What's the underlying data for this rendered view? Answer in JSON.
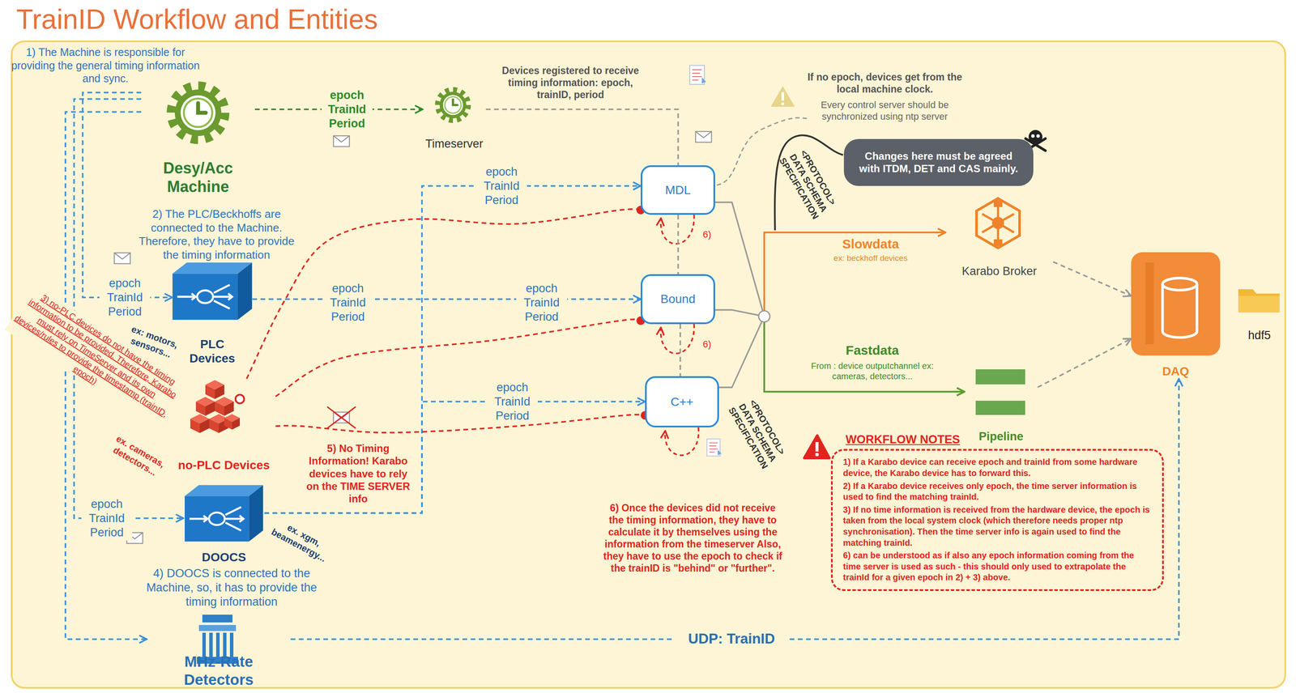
{
  "diagram": {
    "title": "TrainID Workflow and Entities",
    "nodes": [
      {
        "text": [
          "Desy/Acc Machine"
        ]
      },
      {
        "text": [
          "Timeserver"
        ]
      },
      {
        "text": [
          "MDL"
        ]
      },
      {
        "text": [
          "PLC Devices"
        ]
      },
      {
        "text": [
          "Bound"
        ]
      },
      {
        "text": [
          "no-PLC Devices"
        ]
      },
      {
        "text": [
          "C++"
        ]
      },
      {
        "text": [
          "DOOCS"
        ]
      },
      {
        "text": [
          "MHz-Rate Detectors"
        ]
      },
      {
        "text": [
          "Changes here must be agreed with ITDM, DET and CAS mainly."
        ]
      },
      {
        "text": [
          "Karabo Broker"
        ]
      },
      {
        "text": [
          "Pipeline"
        ]
      },
      {
        "text": [
          "DAQ"
        ]
      },
      {
        "text": [
          "hdf5"
        ]
      },
      {
        "text": [
          "WORKFLOW NOTES",
          "1) If a Karabo device can receive epoch and trainId from some hardware device, the Karabo device has to forward this.",
          "2) If a Karabo device receives only epoch, the time server information is used to find the matching trainId.",
          "3) If no time information is received from the hardware device, the epoch is taken from the local system clock (which therefore needs proper ntp synchronisation). Then the time server info is again used to find the matching trainId.",
          "6) can be understood as if also any epoch information coming from the time server is used as such - this should only used to extrapolate the trainId for a given epoch in 2) + 3) above."
        ]
      }
    ],
    "edges": [
      {
        "from": 0,
        "to": 1,
        "label": "epoch TrainId Period",
        "arrow": "to"
      },
      {
        "from": 0,
        "to": 3,
        "label": "epoch TrainId Period",
        "arrow": "to"
      },
      {
        "from": 0,
        "to": 7,
        "label": "epoch TrainId Period",
        "arrow": "to"
      },
      {
        "from": 0,
        "to": 8,
        "arrow": "to"
      },
      {
        "from": 1,
        "to": 2,
        "arrow": "none"
      },
      {
        "from": 2,
        "to": 4,
        "arrow": "none"
      },
      {
        "from": 4,
        "to": 6,
        "arrow": "none"
      },
      {
        "from": 3,
        "to": 4,
        "label": "epoch TrainId Period",
        "arrow": "to"
      },
      {
        "from": 7,
        "to": 2,
        "label": "epoch TrainId Period",
        "arrow": "to"
      },
      {
        "from": 7,
        "to": 6,
        "label": "epoch TrainId Period",
        "arrow": "to"
      },
      {
        "from": 5,
        "to": 2,
        "arrow": "none"
      },
      {
        "from": 5,
        "to": 4,
        "arrow": "none"
      },
      {
        "from": 5,
        "to": 6,
        "arrow": "none"
      },
      {
        "from": 2,
        "to": 10,
        "label": "Slowdata",
        "arrow": "to"
      },
      {
        "from": 4,
        "to": 10,
        "arrow": "to"
      },
      {
        "from": 6,
        "to": 10,
        "arrow": "to"
      },
      {
        "from": 2,
        "to": 11,
        "label": "Fastdata",
        "arrow": "to"
      },
      {
        "from": 4,
        "to": 11,
        "arrow": "to"
      },
      {
        "from": 6,
        "to": 11,
        "arrow": "to"
      },
      {
        "from": 10,
        "to": 12,
        "arrow": "to"
      },
      {
        "from": 11,
        "to": 12,
        "arrow": "to"
      },
      {
        "from": 8,
        "to": 12,
        "label": "UDP: TrainID",
        "arrow": "to"
      }
    ],
    "labels": [
      "1) The Machine is responsible for providing the general timing information and sync.",
      "Devices registered to receive timing information: epoch, trainID, period",
      "If no epoch, devices get from the local machine clock.",
      "Every control server should be synchronized using ntp server",
      "2) The PLC/Beckhoffs are connected to the Machine. Therefore, they have to provide the timing information",
      "epoch TrainId Period",
      "ex: motors, sensors...",
      "3) no-PLC devices do not have the timing information to be provided. Therefore, Karabo must rely on TimeServer and its own devices/rules to provide the timestamp (trainID, epoch)",
      "ex. cameras, detectors...",
      "5) No Timing Information! Karabo devices have to rely on the TIME SERVER info",
      "ex. xgm, beamenergy...",
      "4) DOOCS is connected to the Machine, so, it has to provide the timing information",
      "6)",
      "6)",
      "6) Once the devices did not receive the timing information, they have to calculate it by themselves using the information from the timeserver Also, they have to use the epoch to check if the trainID is \"behind\" or \"further\".",
      "<PROTOCOL> DATA SCHEMA SPECIFICATION",
      "<PROTOCOL> DATA SCHEMA SPECIFICATION",
      "ex: beckhoff devices",
      "From : device outputchannel ex: cameras, detectors..."
    ]
  }
}
